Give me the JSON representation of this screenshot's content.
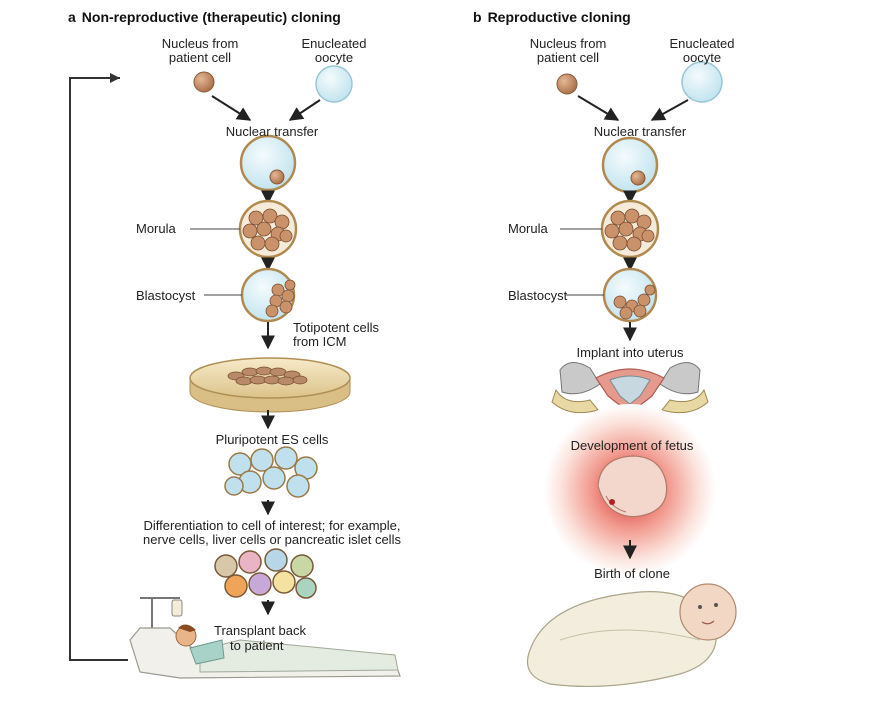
{
  "panel_a": {
    "letter": "a",
    "title": "Non-reproductive (therapeutic) cloning",
    "nucleus_label": [
      "Nucleus from",
      "patient cell"
    ],
    "oocyte_label": [
      "Enucleated",
      "oocyte"
    ],
    "nuclear_transfer": "Nuclear transfer",
    "morula": "Morula",
    "blastocyst": "Blastocyst",
    "totipotent": [
      "Totipotent cells",
      "from ICM"
    ],
    "pluripotent": "Pluripotent ES cells",
    "differentiation": [
      "Differentiation to cell of interest; for example,",
      "nerve cells, liver cells or pancreatic islet cells"
    ],
    "transplant": [
      "Transplant back",
      "to patient"
    ]
  },
  "panel_b": {
    "letter": "b",
    "title": "Reproductive cloning",
    "nucleus_label": [
      "Nucleus from",
      "patient cell"
    ],
    "oocyte_label": [
      "Enucleated",
      "oocyte"
    ],
    "nuclear_transfer": "Nuclear transfer",
    "morula": "Morula",
    "blastocyst": "Blastocyst",
    "implant": "Implant into uterus",
    "fetus": "Development of fetus",
    "birth": "Birth of clone"
  },
  "colors": {
    "nucleus": "#c9926a",
    "oocyte": "#d6eef4",
    "oocyte_stroke": "#9ac7d6",
    "cell_ring": "#b08a50",
    "morula_cell": "#c9926a",
    "es_cell": "#a9d3e4",
    "dish": "#efd9a8",
    "uterus": "#e59a8e",
    "fetus_glow": "#e05555",
    "arrow": "#222222"
  }
}
